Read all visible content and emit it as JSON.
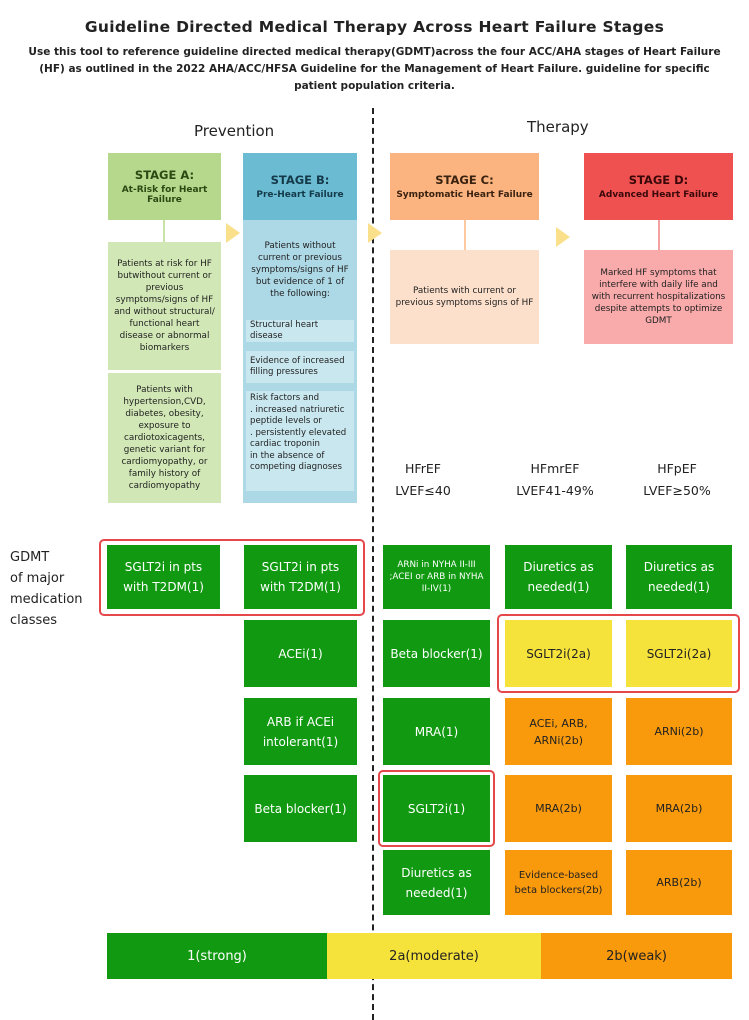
{
  "title": "Guideline Directed Medical Therapy Across Heart Failure Stages",
  "subtitle": "Use this tool to reference guideline directed medical therapy(GDMT)across the four ACC/AHA stages of Heart Failure (HF) as outlined in the 2022 AHA/ACC/HFSA Guideline for the Management of Heart Failure. guideline for specific patient population criteria.",
  "sections": {
    "prevention": "Prevention",
    "therapy": "Therapy"
  },
  "stages": {
    "a": {
      "code": "STAGE A:",
      "name": "At-Risk for Heart Failure",
      "desc": "Patients at risk for HF butwithout current or previous symptoms/signs of HF and without structural/ functional heart disease or abnormal biomarkers",
      "extra": "Patients with hypertension,CVD, diabetes, obesity, exposure to cardiotoxicagents, genetic variant for cardiomyopathy, or family history of cardiomyopathy"
    },
    "b": {
      "code": "STAGE B:",
      "name": "Pre-Heart Failure",
      "desc": "Patients without current or previous symptoms/signs of HF but evidence of 1 of the following:",
      "items": [
        "Structural heart disease",
        "Evidence of increased filling pressures",
        "Risk factors and\n. increased natriuretic\n  peptide levels or\n. persistently elevated\n  cardiac troponin\nin the absence of\ncompeting diagnoses"
      ]
    },
    "c": {
      "code": "STAGE C:",
      "name": "Symptomatic Heart Failure",
      "desc": "Patients with current or previous symptoms signs of HF"
    },
    "d": {
      "code": "STAGE D:",
      "name": "Advanced Heart Failure",
      "desc": "Marked HF symptoms that interfere with daily life and with recurrent hospitalizations despite attempts to optimize GDMT"
    }
  },
  "populations": [
    {
      "name": "HFrEF",
      "lvef": "LVEF≤40"
    },
    {
      "name": "HFmrEF",
      "lvef": "LVEF41-49%"
    },
    {
      "name": "HFpEF",
      "lvef": "LVEF≥50%"
    }
  ],
  "gdmt_label": "GDMT\nof major\nmedication\nclasses",
  "columns": {
    "stage_a": [
      "SGLT2i in pts with T2DM(1)"
    ],
    "stage_b": [
      "SGLT2i in pts with T2DM(1)",
      "ACEi(1)",
      "ARB if ACEi intolerant(1)",
      "Beta blocker(1)"
    ],
    "hfref": [
      "ARNi in NYHA II-III ;ACEI or ARB in NYHA II-IV(1)",
      "Beta blocker(1)",
      "MRA(1)",
      "SGLT2i(1)",
      "Diuretics as needed(1)"
    ],
    "hfmref": [
      "Diuretics as needed(1)",
      "SGLT2i(2a)",
      "ACEi, ARB, ARNi(2b)",
      "MRA(2b)",
      "Evidence-based beta blockers(2b)"
    ],
    "hfpef": [
      "Diuretics as needed(1)",
      "SGLT2i(2a)",
      "ARNi(2b)",
      "MRA(2b)",
      "ARB(2b)"
    ]
  },
  "legend": [
    {
      "label": "1(strong)",
      "color": "#119a11"
    },
    {
      "label": "2a(moderate)",
      "color": "#f5e23a"
    },
    {
      "label": "2b(weak)",
      "color": "#f9990c"
    }
  ],
  "colors": {
    "stage_a": "#b5d88c",
    "stage_b": "#6bbcd3",
    "stage_c": "#fbb37f",
    "stage_d": "#ef5151",
    "highlight": "#e5474b"
  }
}
